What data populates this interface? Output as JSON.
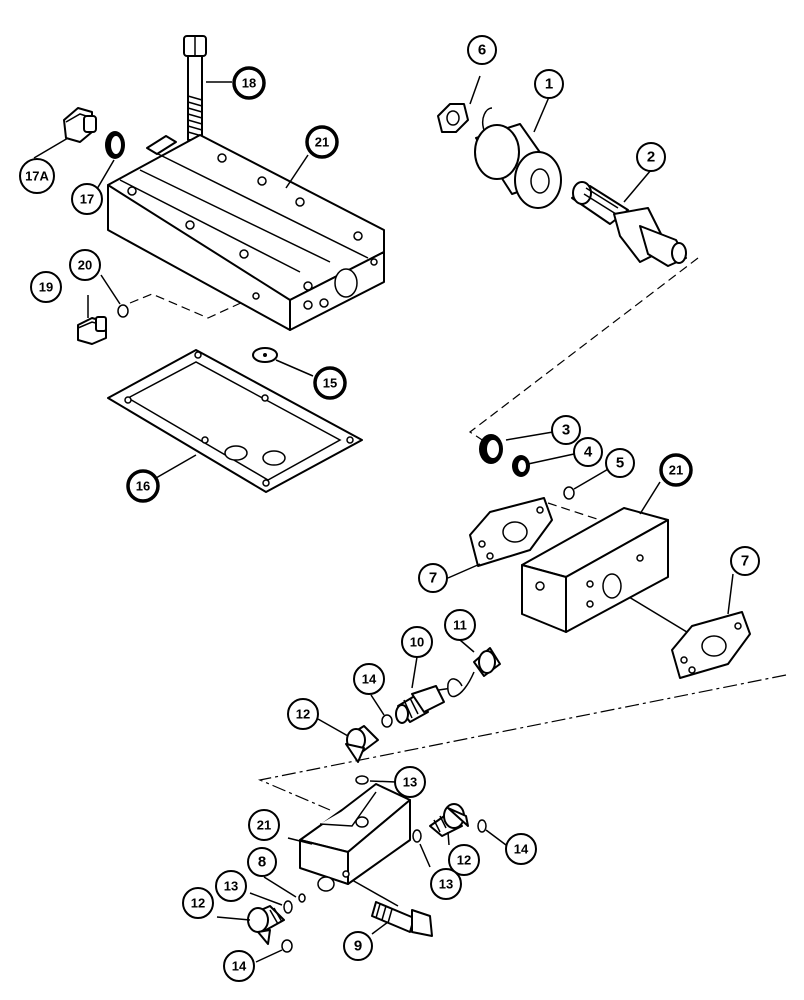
{
  "callouts": [
    {
      "id": "c1",
      "label": "1"
    },
    {
      "id": "c2",
      "label": "2"
    },
    {
      "id": "c3",
      "label": "3"
    },
    {
      "id": "c4",
      "label": "4"
    },
    {
      "id": "c5",
      "label": "5"
    },
    {
      "id": "c6",
      "label": "6"
    },
    {
      "id": "c7a",
      "label": "7"
    },
    {
      "id": "c7b",
      "label": "7"
    },
    {
      "id": "c8",
      "label": "8"
    },
    {
      "id": "c9",
      "label": "9"
    },
    {
      "id": "c10",
      "label": "10"
    },
    {
      "id": "c11",
      "label": "11"
    },
    {
      "id": "c12a",
      "label": "12"
    },
    {
      "id": "c12b",
      "label": "12"
    },
    {
      "id": "c12c",
      "label": "12"
    },
    {
      "id": "c13a",
      "label": "13"
    },
    {
      "id": "c13b",
      "label": "13"
    },
    {
      "id": "c13c",
      "label": "13"
    },
    {
      "id": "c14a",
      "label": "14"
    },
    {
      "id": "c14b",
      "label": "14"
    },
    {
      "id": "c14c",
      "label": "14"
    },
    {
      "id": "c15",
      "label": "15"
    },
    {
      "id": "c16",
      "label": "16"
    },
    {
      "id": "c17",
      "label": "17"
    },
    {
      "id": "c17a",
      "label": "17A"
    },
    {
      "id": "c18",
      "label": "18"
    },
    {
      "id": "c19",
      "label": "19"
    },
    {
      "id": "c20",
      "label": "20"
    },
    {
      "id": "c21a",
      "label": "21"
    },
    {
      "id": "c21b",
      "label": "21"
    },
    {
      "id": "c21c",
      "label": "21"
    }
  ]
}
